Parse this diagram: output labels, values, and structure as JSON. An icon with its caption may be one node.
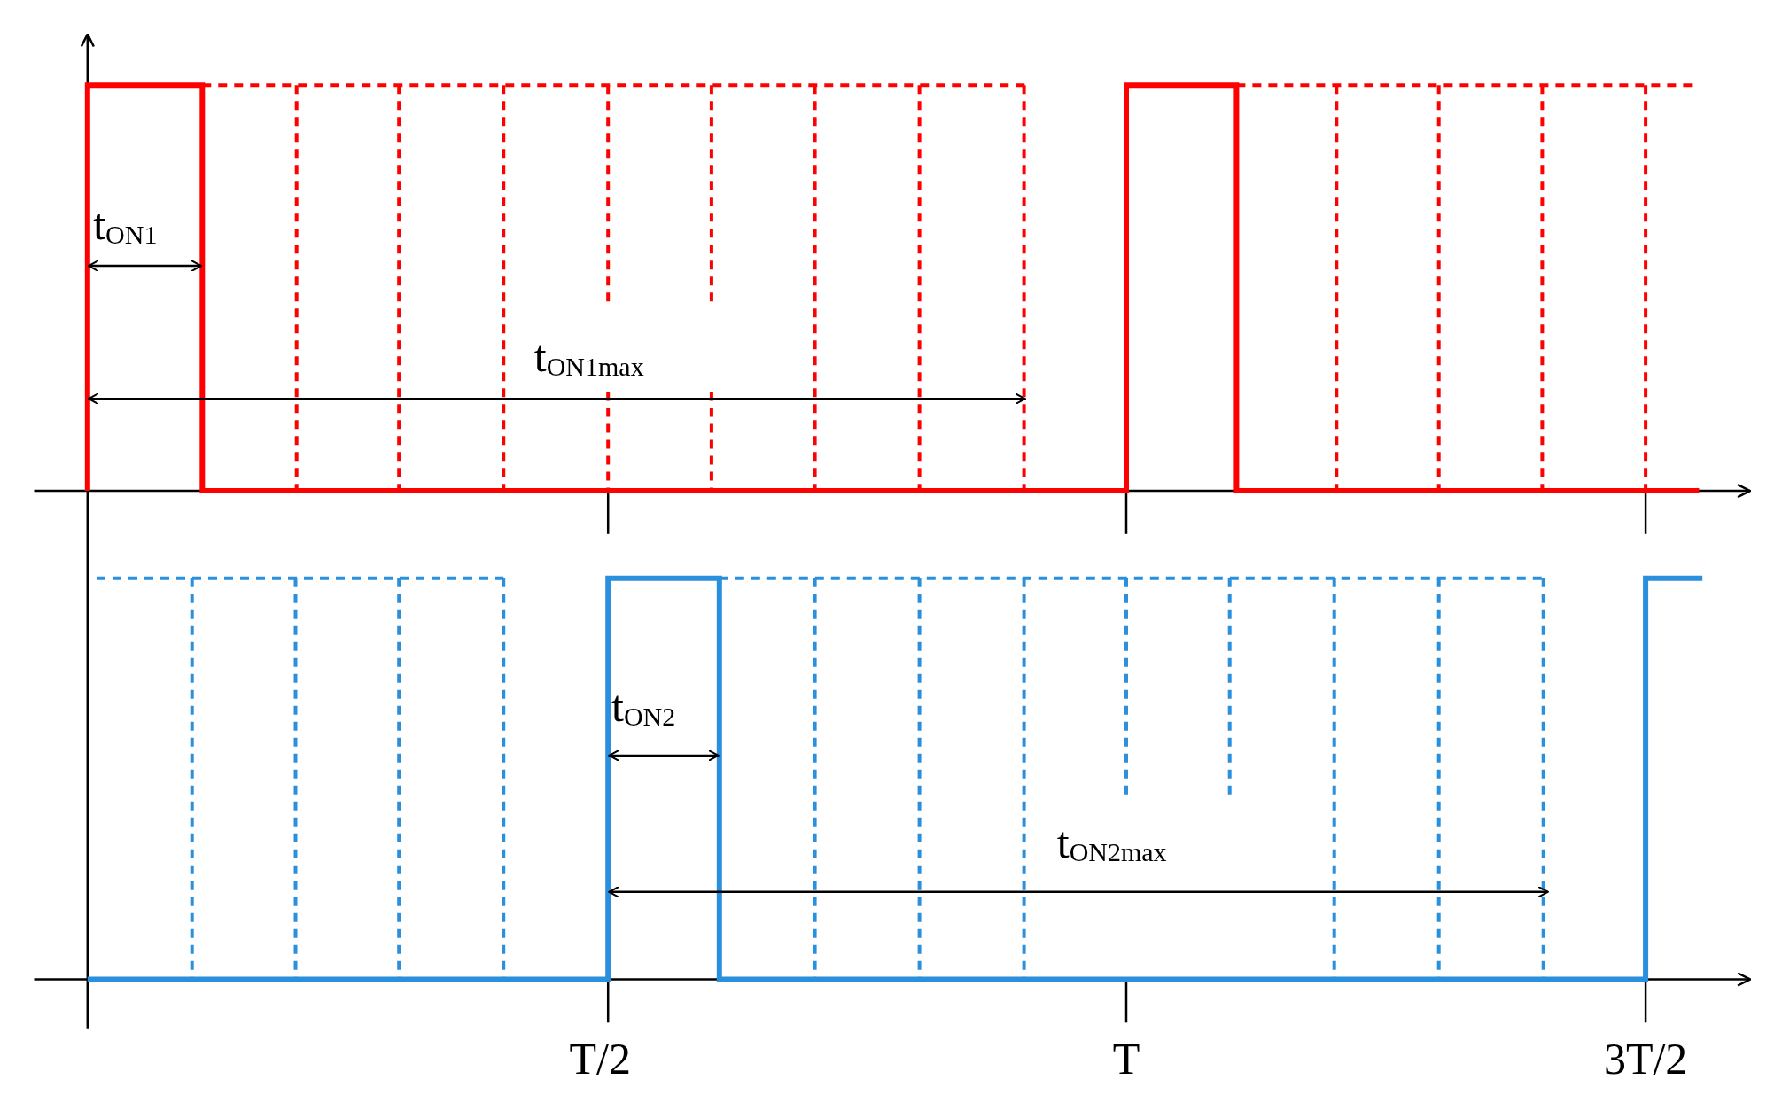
{
  "diagram": {
    "labels": [
      "t$_{ON1}$",
      "t$_{ON1max}$",
      "t$_{ON2}$",
      "t$_{ON2max}$",
      "T/2",
      "T",
      "3T/2"
    ]
  }
}
